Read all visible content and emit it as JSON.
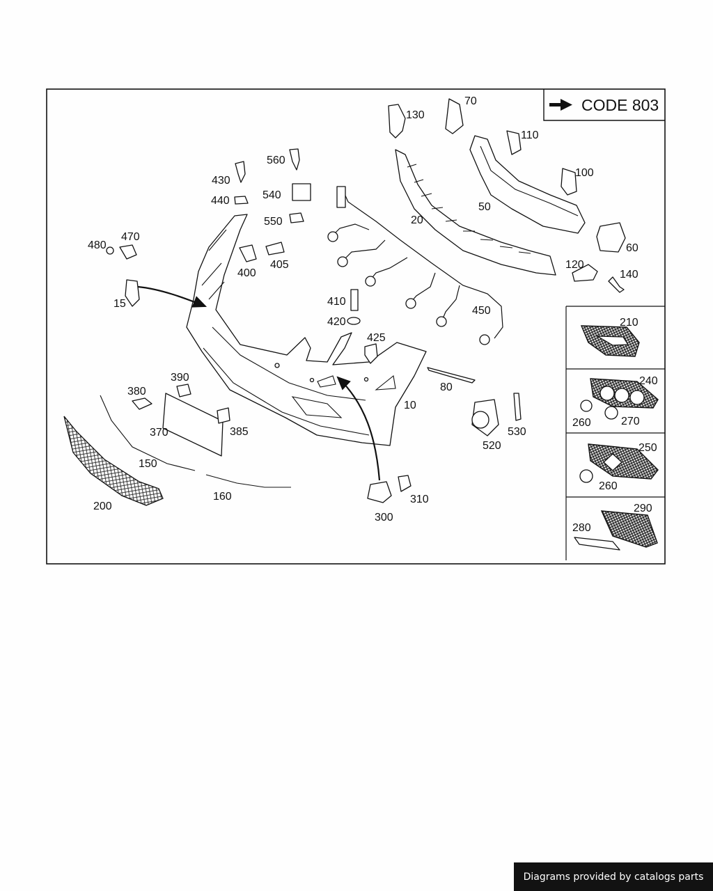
{
  "code_box": {
    "label": "CODE 803",
    "arrow_icon": "right-arrow-icon"
  },
  "callouts": {
    "c10": "10",
    "c15": "15",
    "c20": "20",
    "c50": "50",
    "c60": "60",
    "c70": "70",
    "c80": "80",
    "c100": "100",
    "c110": "110",
    "c120": "120",
    "c130": "130",
    "c140": "140",
    "c150": "150",
    "c160": "160",
    "c200": "200",
    "c300": "300",
    "c310": "310",
    "c370": "370",
    "c380": "380",
    "c385": "385",
    "c390": "390",
    "c400": "400",
    "c405": "405",
    "c410": "410",
    "c420": "420",
    "c425": "425",
    "c430": "430",
    "c440": "440",
    "c450": "450",
    "c470": "470",
    "c480": "480",
    "c520": "520",
    "c530": "530",
    "c540": "540",
    "c550": "550",
    "c560": "560"
  },
  "side_panels": [
    {
      "labels": [
        "210"
      ]
    },
    {
      "labels": [
        "240",
        "260",
        "270"
      ]
    },
    {
      "labels": [
        "250",
        "260"
      ]
    },
    {
      "labels": [
        "290",
        "280"
      ]
    }
  ],
  "footer": {
    "credit": "Diagrams provided by catalogs parts"
  }
}
